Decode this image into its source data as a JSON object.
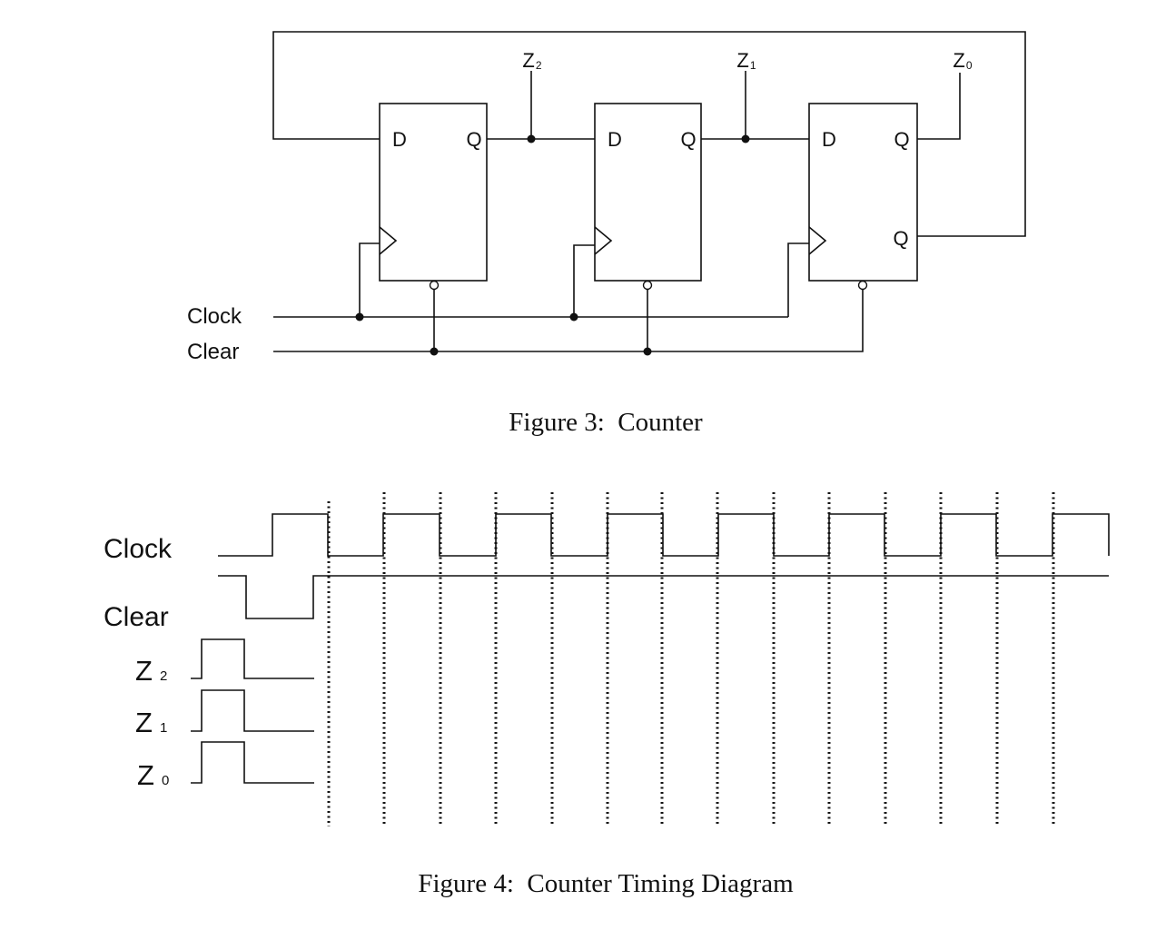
{
  "figure3": {
    "caption": "Figure 3:  Counter",
    "input_clock": "Clock",
    "input_clear": "Clear",
    "flipflops": [
      {
        "d": "D",
        "q": "Q"
      },
      {
        "d": "D",
        "q": "Q"
      },
      {
        "d": "D",
        "q": "Q",
        "qbar": "Q"
      }
    ],
    "outputs": [
      {
        "letter": "Z",
        "sub": "2"
      },
      {
        "letter": "Z",
        "sub": "1"
      },
      {
        "letter": "Z",
        "sub": "0"
      }
    ]
  },
  "figure4": {
    "caption": "Figure 4:  Counter Timing Diagram",
    "signal_clock": "Clock",
    "signal_clear": "Clear",
    "signals_z": [
      {
        "letter": "Z",
        "sub": "2"
      },
      {
        "letter": "Z",
        "sub": "1"
      },
      {
        "letter": "Z",
        "sub": "0"
      }
    ]
  }
}
